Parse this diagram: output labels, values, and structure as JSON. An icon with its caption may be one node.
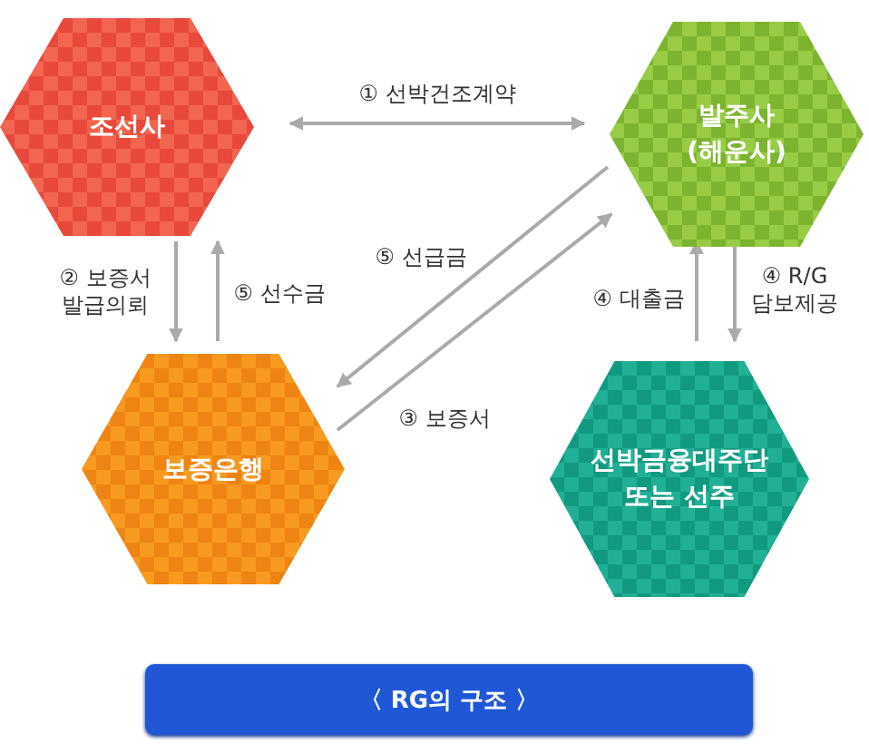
{
  "diagram": {
    "caption": "〈 RG의 구조 〉",
    "nodes": [
      {
        "text": [
          "조선사"
        ]
      },
      {
        "text": [
          "발주사 (해운사)"
        ]
      },
      {
        "text": [
          "보증은행"
        ]
      },
      {
        "text": [
          "선박금융대주단 또는 선주"
        ]
      }
    ],
    "edges": [
      {
        "from": 0,
        "to": 1,
        "arrow": "both",
        "label": "① 선박건조계약"
      },
      {
        "from": 0,
        "to": 2,
        "arrow": "to",
        "label": "② 보증서 발급의뢰"
      },
      {
        "from": 2,
        "to": 0,
        "arrow": "to",
        "label": "⑤ 선수금"
      },
      {
        "from": 1,
        "to": 2,
        "arrow": "to",
        "label": "⑤ 선급금"
      },
      {
        "from": 2,
        "to": 1,
        "arrow": "to",
        "label": "③ 보증서"
      },
      {
        "from": 3,
        "to": 1,
        "arrow": "to",
        "label": "④ 대출금"
      },
      {
        "from": 1,
        "to": 3,
        "arrow": "to",
        "label": "④ R/G 담보제공"
      }
    ]
  }
}
